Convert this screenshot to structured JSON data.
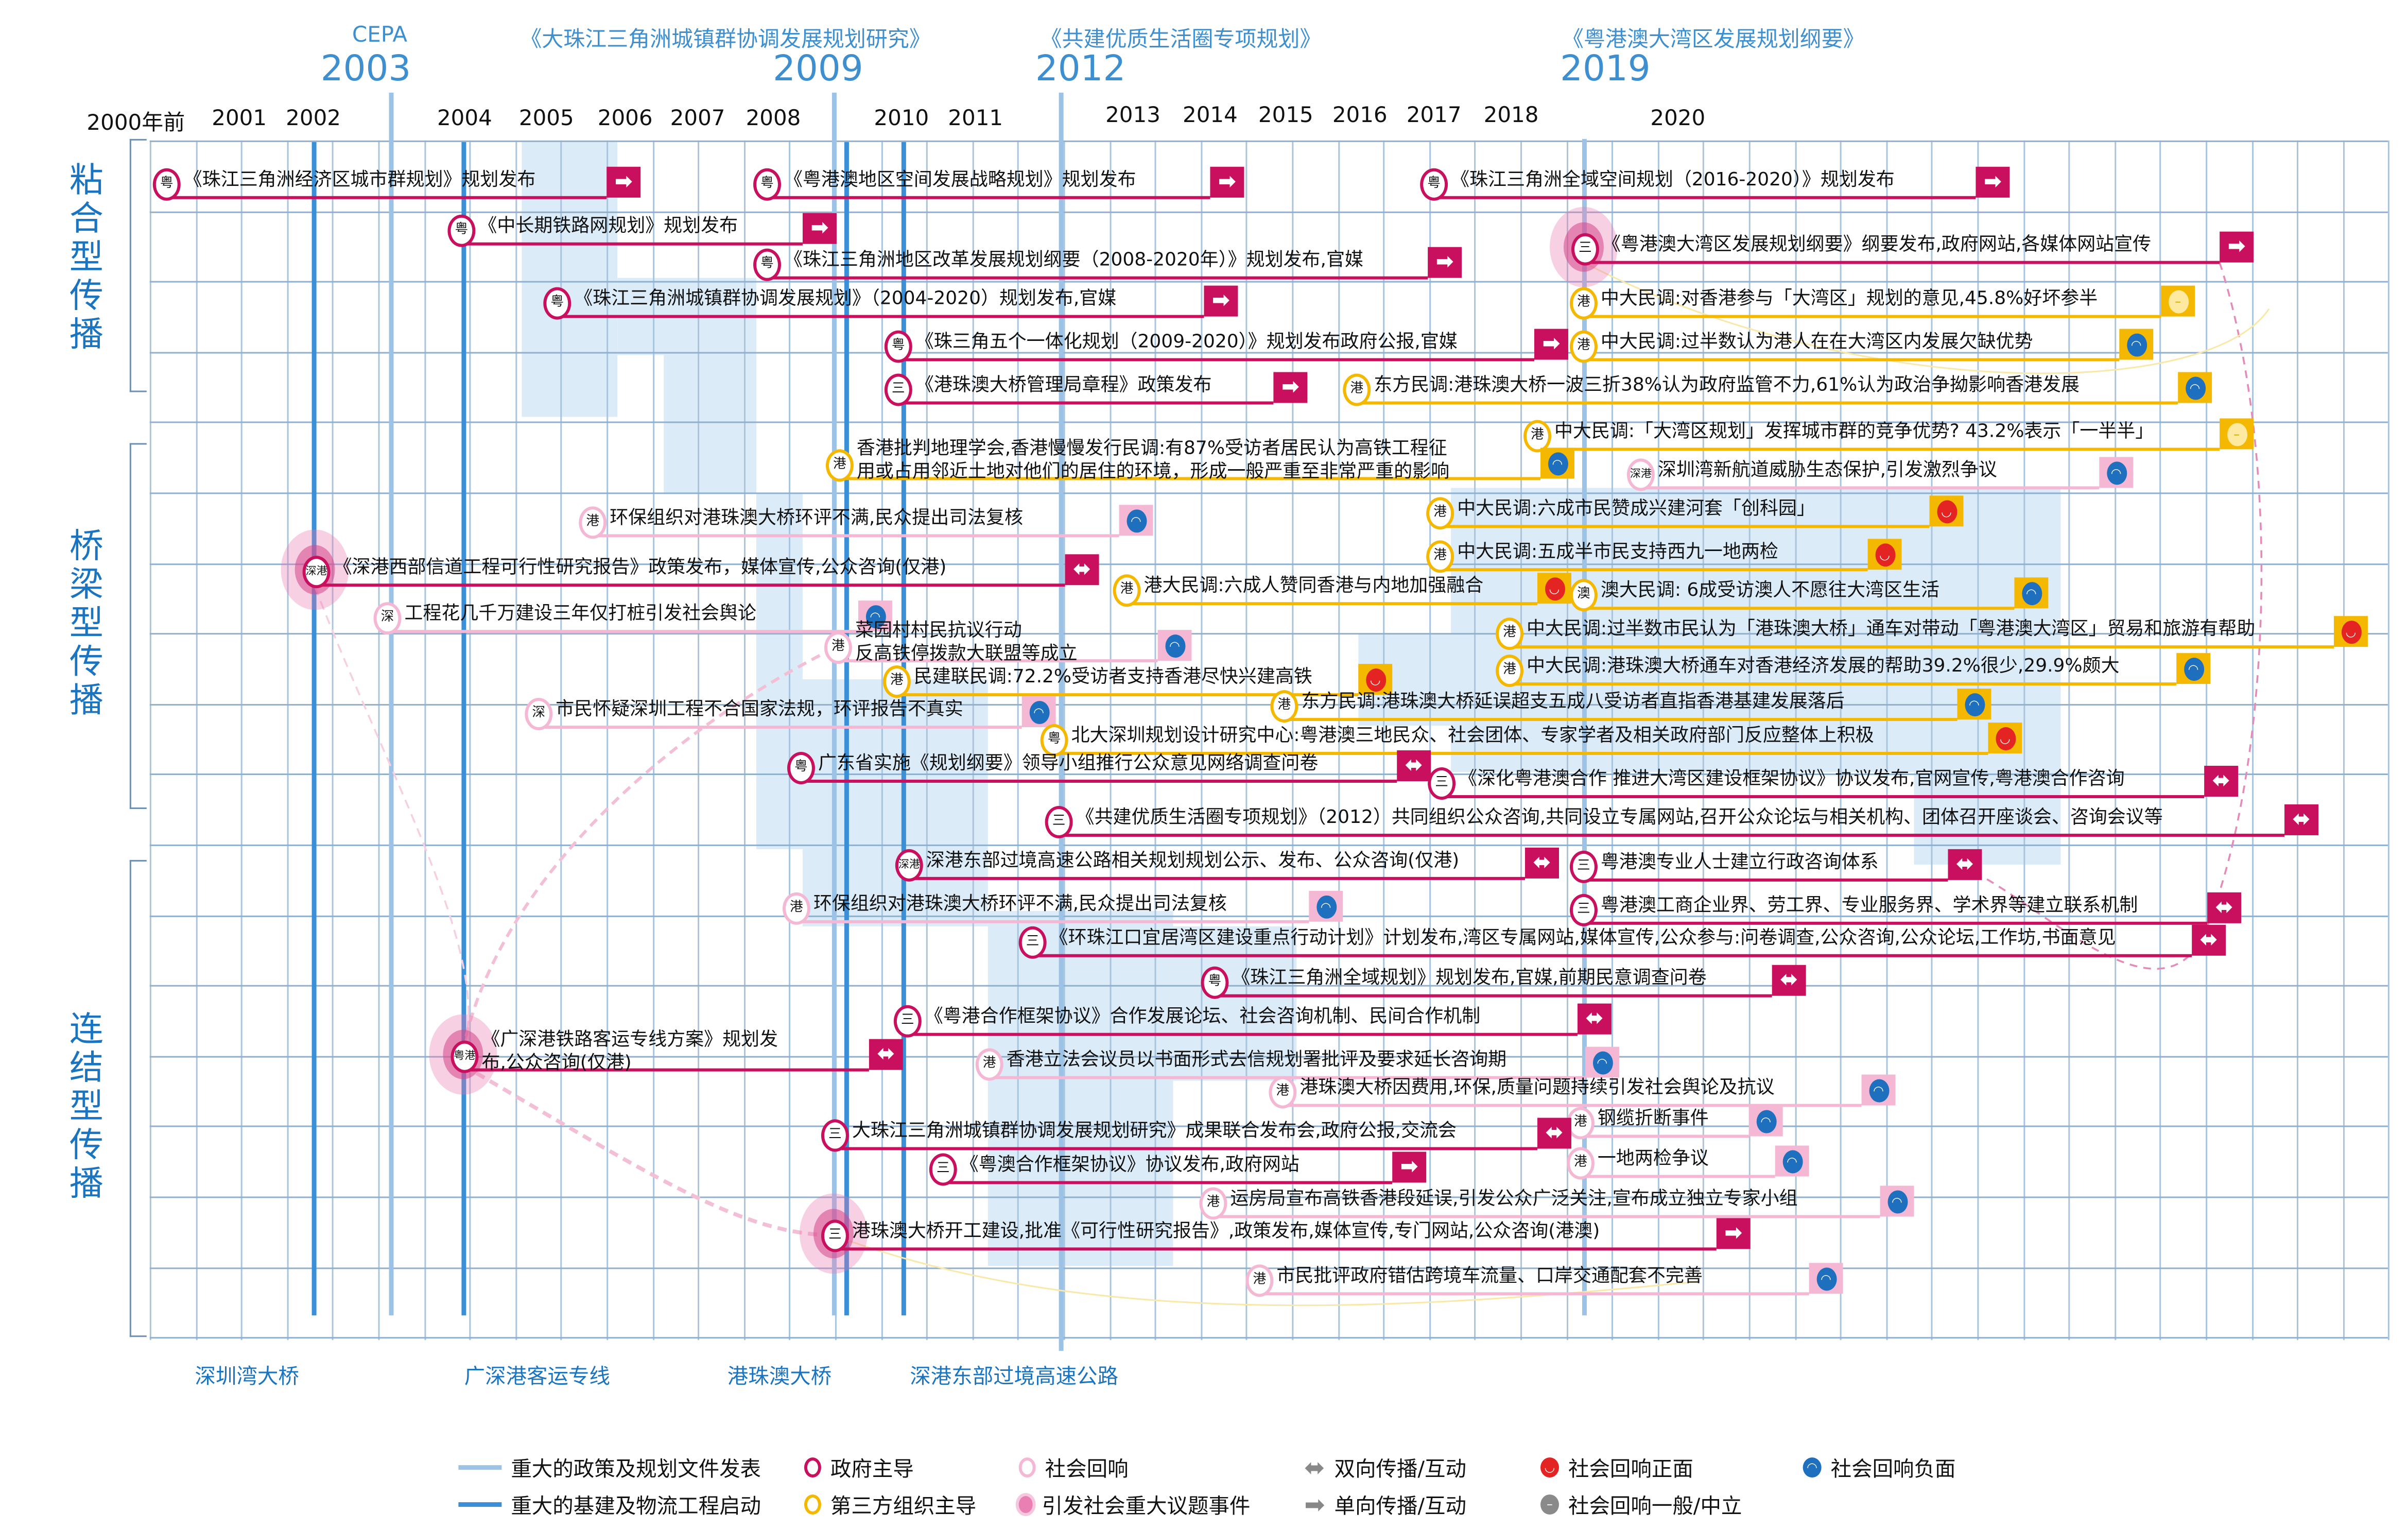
{
  "colors": {
    "gov": "#c8105e",
    "third": "#f5b800",
    "social": "#f4b8d4",
    "policy_line": "#9cc3e6",
    "construction_line": "#3a8fd6",
    "face_neg": "#1f6fbf",
    "face_pos": "#e42323",
    "face_neutral": "#fde9a0",
    "section": "#1b74bf"
  },
  "years": [
    "2000年前",
    "2001",
    "2002",
    "2004",
    "2005",
    "2006",
    "2007",
    "2008",
    "2010",
    "2011",
    "2013",
    "2014",
    "2015",
    "2016",
    "2017",
    "2018",
    "2020"
  ],
  "milestones": [
    {
      "year": "2003",
      "label": "CEPA"
    },
    {
      "year": "2009",
      "label": "《大珠江三角洲城镇群协调发展规划研究》"
    },
    {
      "year": "2012",
      "label": "《共建优质生活圈专项规划》"
    },
    {
      "year": "2019",
      "label": "《粤港澳大湾区发展规划纲要》"
    }
  ],
  "sections": [
    "粘合型传播",
    "桥梁型传播",
    "连结型传播"
  ],
  "projects": [
    "深圳湾大桥",
    "广深港客运专线",
    "港珠澳大桥",
    "深港东部过境高速公路"
  ],
  "legend": {
    "policy_line": "重大的政策及规划文件发表",
    "construction_line": "重大的基建及物流工程启动",
    "gov": "政府主导",
    "third": "第三方组织主导",
    "social": "社会回响",
    "major": "引发社会重大议题事件",
    "both": "双向传播/互动",
    "single": "单向传播/互动",
    "pos": "社会回响正面",
    "neutral": "社会回响一般/中立",
    "neg": "社会回响负面"
  },
  "events": [
    {
      "type": "gov",
      "badge": "粤",
      "text": "《珠江三角洲经济区城市群规划》规划发布",
      "end": "single"
    },
    {
      "type": "gov",
      "badge": "粤",
      "text": "《粤港澳地区空间发展战略规划》规划发布",
      "end": "single"
    },
    {
      "type": "gov",
      "badge": "粤",
      "text": "《珠江三角洲全域空间规划（2016-2020）》规划发布",
      "end": "single"
    },
    {
      "type": "gov",
      "badge": "粤",
      "text": "《中长期铁路网规划》规划发布",
      "end": "single"
    },
    {
      "type": "gov",
      "badge": "三",
      "text": "《粤港澳大湾区发展规划纲要》纲要发布,政府网站,各媒体网站宣传",
      "end": "single",
      "major": true
    },
    {
      "type": "gov",
      "badge": "粤",
      "text": "《珠江三角洲地区改革发展规划纲要（2008-2020年）》规划发布,官媒",
      "end": "single"
    },
    {
      "type": "gov",
      "badge": "粤",
      "text": "《珠江三角洲城镇群协调发展规划》（2004-2020）规划发布,官媒",
      "end": "single"
    },
    {
      "type": "third",
      "badge": "港",
      "text": "中大民调:对香港参与「大湾区」规划的意见,45.8%好坏参半",
      "end": "neutral"
    },
    {
      "type": "gov",
      "badge": "粤",
      "text": "《珠三角五个一体化规划（2009-2020）》规划发布政府公报,官媒",
      "end": "single"
    },
    {
      "type": "third",
      "badge": "港",
      "text": "中大民调:过半数认为港人在在大湾区内发展欠缺优势",
      "end": "neg"
    },
    {
      "type": "gov",
      "badge": "三",
      "text": "《港珠澳大桥管理局章程》政策发布",
      "end": "single"
    },
    {
      "type": "third",
      "badge": "港",
      "text": "东方民调:港珠澳大桥一波三折38%认为政府监管不力,61%认为政治争拗影响香港发展",
      "end": "neg"
    },
    {
      "type": "third",
      "badge": "港",
      "text": "中大民调:「大湾区规划」发挥城市群的竞争优势? 43.2%表示「一半半」",
      "end": "neutral"
    },
    {
      "type": "third",
      "badge": "港",
      "text": "香港批判地理学会,香港慢慢发行民调:有87%受访者居民认为高铁工程征",
      "text2": "用或占用邻近土地对他们的居住的环境，形成一般严重至非常严重的影响",
      "end": "neg"
    },
    {
      "type": "social",
      "badge": "深港",
      "text": "深圳湾新航道威胁生态保护,引发激烈争议",
      "end": "neg"
    },
    {
      "type": "social",
      "badge": "港",
      "text": "环保组织对港珠澳大桥环评不满,民众提出司法复核",
      "end": "neg"
    },
    {
      "type": "third",
      "badge": "港",
      "text": "中大民调:六成市民赞成兴建河套「创科园」",
      "end": "pos"
    },
    {
      "type": "third",
      "badge": "港",
      "text": "中大民调:五成半市民支持西九一地两检",
      "end": "pos"
    },
    {
      "type": "gov",
      "badge": "深港",
      "text": "《深港西部信道工程可行性研究报告》政策发布，媒体宣传,公众咨询(仅港)",
      "end": "both",
      "major": true
    },
    {
      "type": "third",
      "badge": "港",
      "text": "港大民调:六成人赞同香港与内地加强融合",
      "end": "pos"
    },
    {
      "type": "third",
      "badge": "澳",
      "text": "澳大民调: 6成受访澳人不愿往大湾区生活",
      "end": "neg"
    },
    {
      "type": "social",
      "badge": "深",
      "text": "工程花几千万建设三年仅打桩引发社会舆论",
      "end": "neg"
    },
    {
      "type": "social",
      "badge": "港",
      "text": "菜园村村民抗议行动",
      "text2": "反高铁停拨款大联盟等成立",
      "end": "neg"
    },
    {
      "type": "third",
      "badge": "港",
      "text": "中大民调:过半数市民认为「港珠澳大桥」通车对带动「粤港澳大湾区」贸易和旅游有帮助",
      "end": "pos"
    },
    {
      "type": "third",
      "badge": "港",
      "text": "民建联民调:72.2%受访者支持香港尽快兴建高铁",
      "end": "pos"
    },
    {
      "type": "third",
      "badge": "港",
      "text": "中大民调:港珠澳大桥通车对香港经济发展的帮助39.2%很少,29.9%颇大",
      "end": "neg"
    },
    {
      "type": "third",
      "badge": "港",
      "text": "东方民调:港珠澳大桥延误超支五成八受访者直指香港基建发展落后",
      "end": "neg"
    },
    {
      "type": "social",
      "badge": "深",
      "text": "市民怀疑深圳工程不合国家法规，环评报告不真实",
      "end": "neg"
    },
    {
      "type": "third",
      "badge": "粤",
      "text": "北大深圳规划设计研究中心:粤港澳三地民众、社会团体、专家学者及相关政府部门反应整体上积极",
      "end": "pos"
    },
    {
      "type": "gov",
      "badge": "粤",
      "text": "广东省实施《规划纲要》领导小组推行公众意见网络调查问卷",
      "end": "both"
    },
    {
      "type": "gov",
      "badge": "三",
      "text": "《深化粤港澳合作 推进大湾区建设框架协议》协议发布,官网宣传,粤港澳合作咨询",
      "end": "both"
    },
    {
      "type": "gov",
      "badge": "三",
      "text": "《共建优质生活圈专项规划》（2012）共同组织公众咨询,共同设立专属网站,召开公众论坛与相关机构、团体召开座谈会、咨询会议等",
      "end": "both"
    },
    {
      "type": "gov",
      "badge": "深港",
      "text": "深港东部过境高速公路相关规划规划公示、发布、公众咨询(仅港)",
      "end": "both"
    },
    {
      "type": "gov",
      "badge": "三",
      "text": "粤港澳专业人士建立行政咨询体系",
      "end": "both"
    },
    {
      "type": "social",
      "badge": "港",
      "text": "环保组织对港珠澳大桥环评不满,民众提出司法复核",
      "end": "neg"
    },
    {
      "type": "gov",
      "badge": "三",
      "text": "粤港澳工商企业界、劳工界、专业服务界、学术界等建立联系机制",
      "end": "both"
    },
    {
      "type": "gov",
      "badge": "三",
      "text": "《环珠江口宜居湾区建设重点行动计划》计划发布,湾区专属网站,媒体宣传,公众参与:问卷调查,公众咨询,公众论坛,工作坊,书面意见",
      "end": "both"
    },
    {
      "type": "gov",
      "badge": "粤",
      "text": "《珠江三角洲全域规划》规划发布,官媒,前期民意调查问卷",
      "end": "both"
    },
    {
      "type": "gov",
      "badge": "三",
      "text": "《粤港合作框架协议》合作发展论坛、社会咨询机制、民间合作机制",
      "end": "both"
    },
    {
      "type": "gov",
      "badge": "粤港",
      "text": "《广深港铁路客运专线方案》规划发",
      "text2": "布,公众咨询(仅港)",
      "end": "both",
      "major": true
    },
    {
      "type": "social",
      "badge": "港",
      "text": "香港立法会议员以书面形式去信规划署批评及要求延长咨询期",
      "end": "neg"
    },
    {
      "type": "social",
      "badge": "港",
      "text": "港珠澳大桥因费用,环保,质量问题持续引发社会舆论及抗议",
      "end": "neg"
    },
    {
      "type": "social",
      "badge": "港",
      "text": "钢缆折断事件",
      "end": "neg"
    },
    {
      "type": "gov",
      "badge": "三",
      "text": "大珠江三角洲城镇群协调发展规划研究》成果联合发布会,政府公报,交流会",
      "end": "both"
    },
    {
      "type": "gov",
      "badge": "三",
      "text": "《粤澳合作框架协议》协议发布,政府网站",
      "end": "single"
    },
    {
      "type": "social",
      "badge": "港",
      "text": "一地两检争议",
      "end": "neg"
    },
    {
      "type": "social",
      "badge": "港",
      "text": "运房局宣布高铁香港段延误,引发公众广泛关注,宣布成立独立专家小组",
      "end": "neg"
    },
    {
      "type": "gov",
      "badge": "三",
      "text": "港珠澳大桥开工建设,批准《可行性研究报告》,政策发布,媒体宣传,专门网站,公众咨询(港澳)",
      "end": "single",
      "major": true
    },
    {
      "type": "social",
      "badge": "港",
      "text": "市民批评政府错估跨境车流量、口岸交通配套不完善",
      "end": "neg"
    }
  ]
}
